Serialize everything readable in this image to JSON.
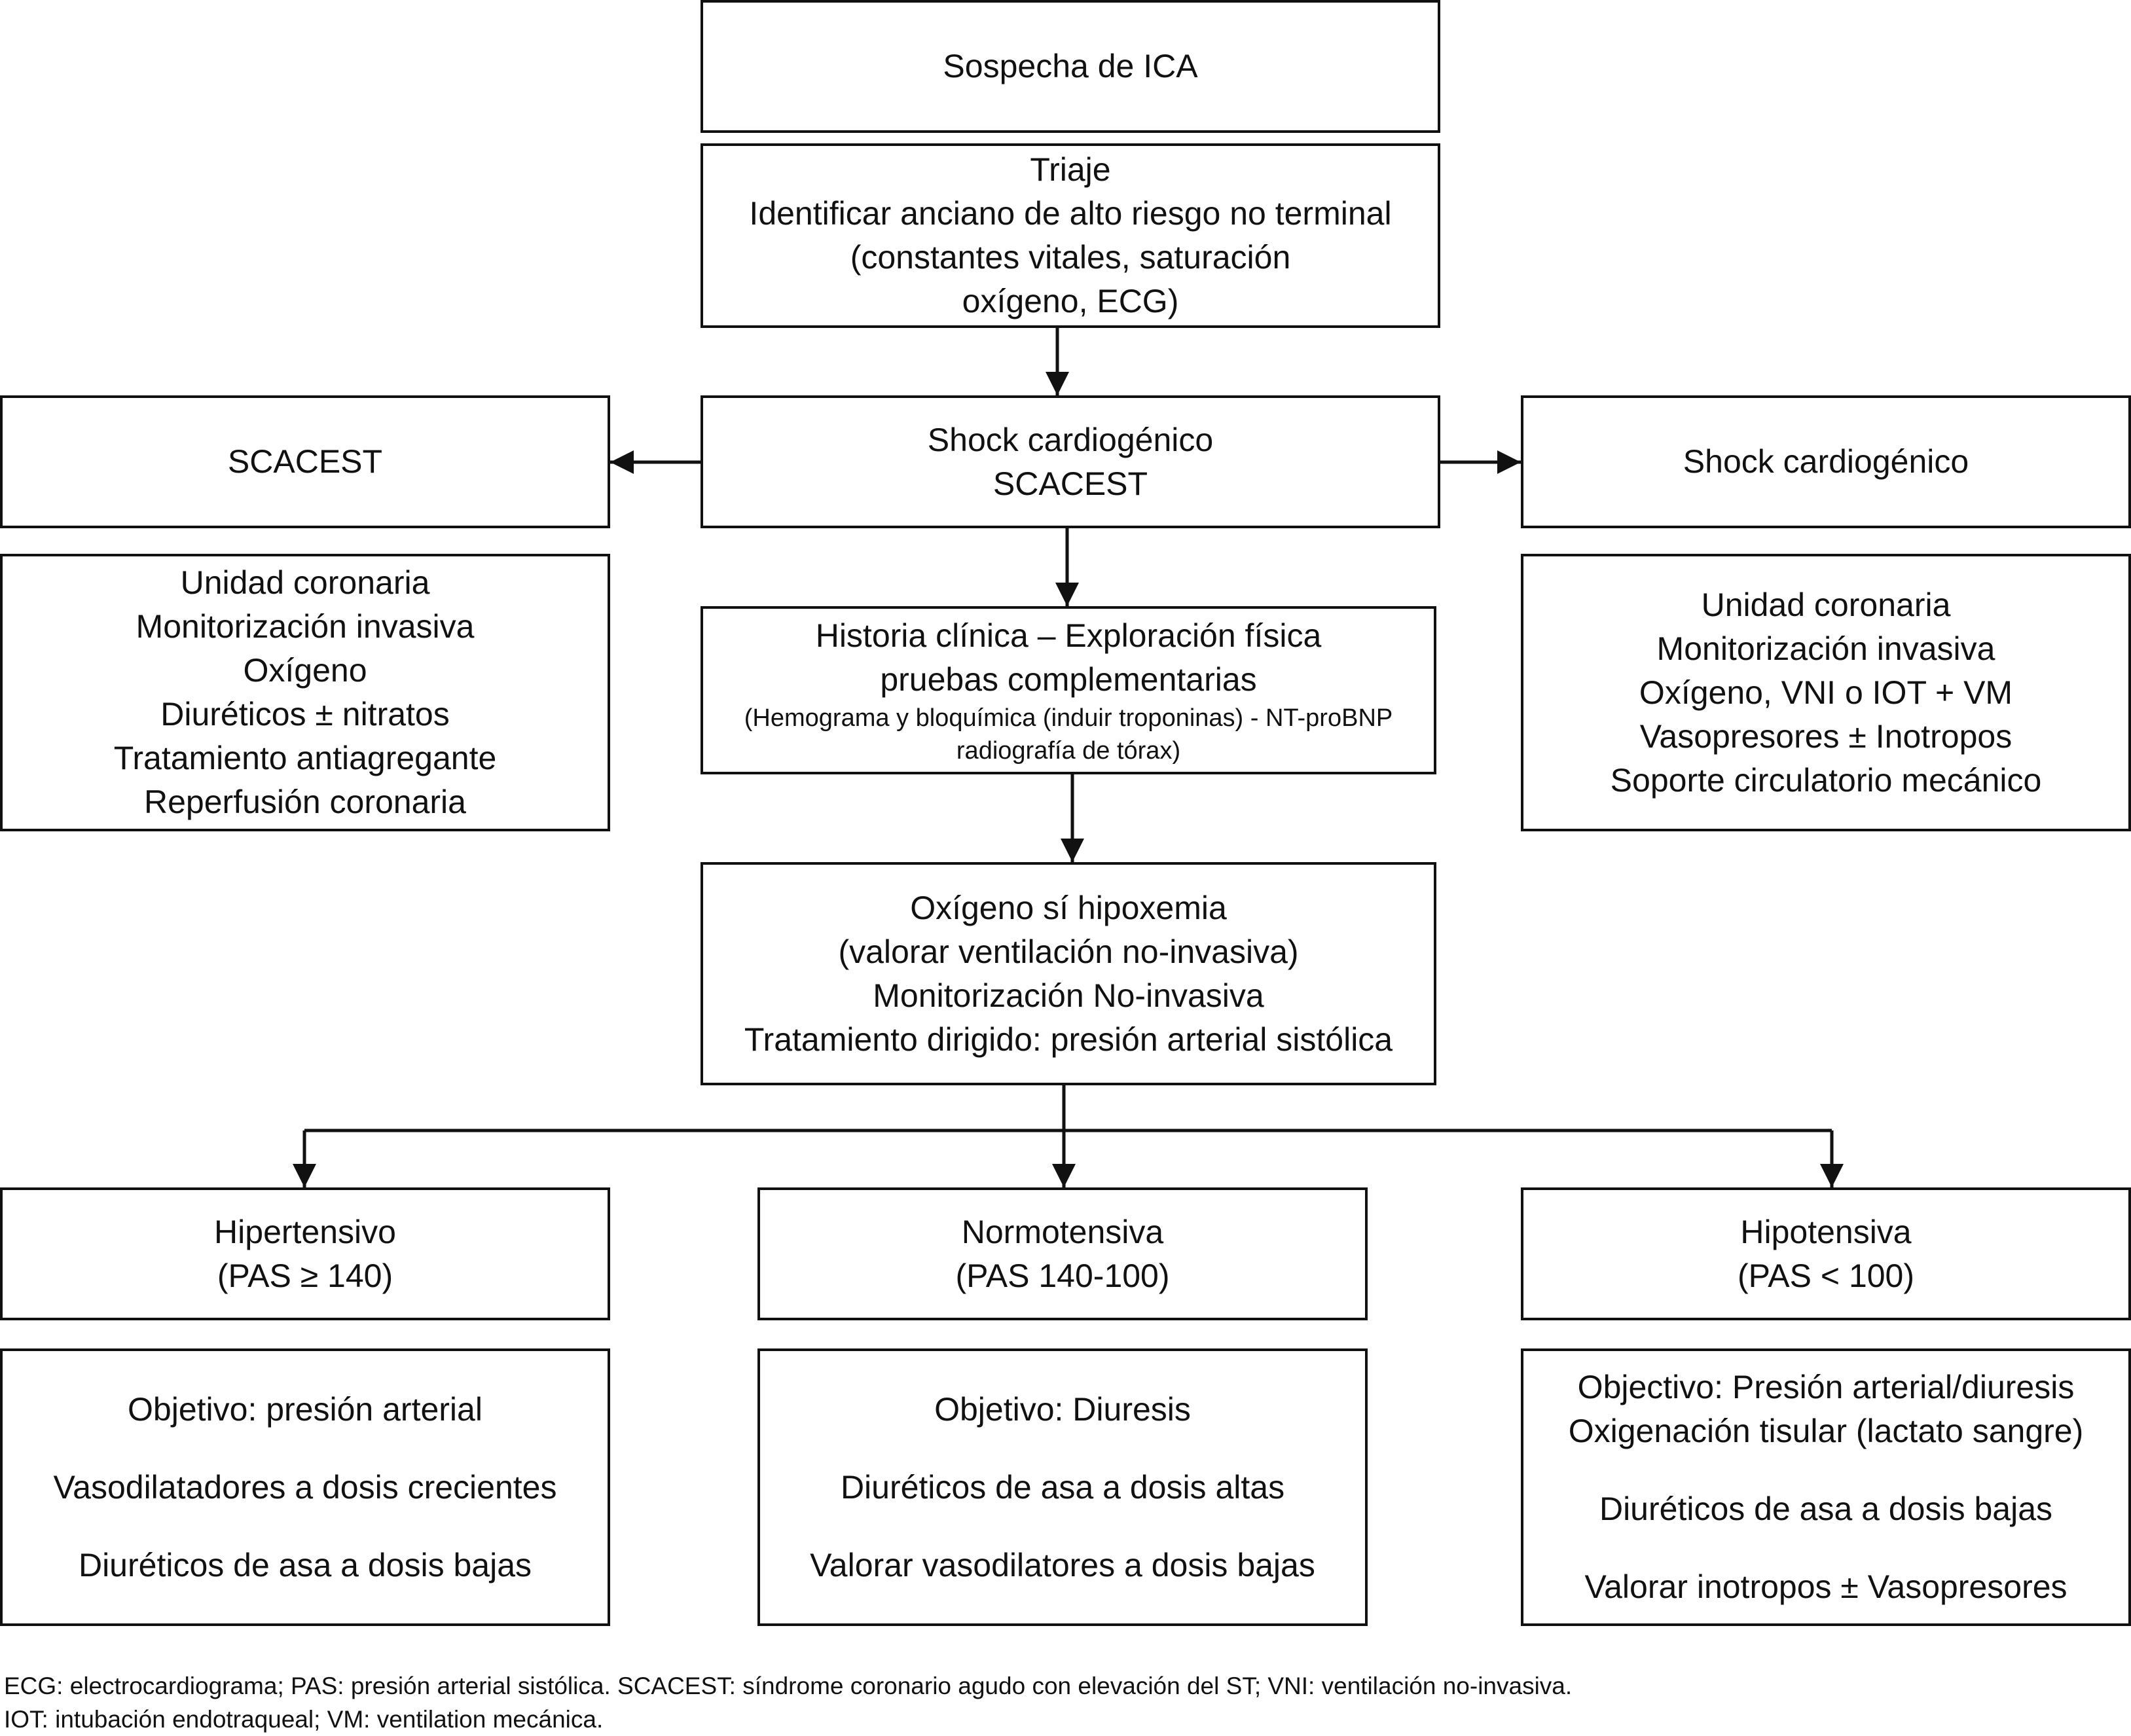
{
  "nodes": {
    "sospecha": {
      "lines": [
        "Sospecha de ICA"
      ]
    },
    "triaje": {
      "lines": [
        "Triaje",
        "Identificar anciano de alto riesgo no terminal",
        "(constantes vitales, saturación",
        "oxígeno, ECG)"
      ]
    },
    "shock_center": {
      "lines": [
        "Shock cardiogénico",
        "SCACEST"
      ]
    },
    "scacest": {
      "lines": [
        "SCACEST"
      ]
    },
    "shock_right": {
      "lines": [
        "Shock cardiogénico"
      ]
    },
    "left_treatment": {
      "lines": [
        "Unidad coronaria",
        "Monitorización invasiva",
        "Oxígeno",
        "Diuréticos ± nitratos",
        "Tratamiento antiagregante",
        "Reperfusión coronaria"
      ]
    },
    "right_treatment": {
      "lines": [
        "Unidad coronaria",
        "Monitorización invasiva",
        "Oxígeno, VNI o IOT + VM",
        "Vasopresores ± Inotropos",
        "Soporte circulatorio mecánico"
      ]
    },
    "historia": {
      "lines": [
        "Historia clínica – Exploración física",
        "pruebas complementarias"
      ],
      "small_lines": [
        "(Hemograma y bloquímica (induir troponinas) - NT-proBNP",
        "radiografía de tórax)"
      ]
    },
    "oxigeno": {
      "lines": [
        "Oxígeno sí hipoxemia",
        "(valorar ventilación no-invasiva)",
        "Monitorización No-invasiva",
        "Tratamiento dirigido: presión arterial sistólica"
      ]
    },
    "hipertensivo": {
      "lines": [
        "Hipertensivo",
        "(PAS ≥ 140)"
      ]
    },
    "normotensiva": {
      "lines": [
        "Normotensiva",
        "(PAS 140-100)"
      ]
    },
    "hipotensiva": {
      "lines": [
        "Hipotensiva",
        "(PAS < 100)"
      ]
    },
    "obj_hiper": {
      "groups": [
        [
          "Objetivo: presión arterial"
        ],
        [
          "Vasodilatadores a dosis crecientes"
        ],
        [
          "Diuréticos de asa a dosis bajas"
        ]
      ]
    },
    "obj_normo": {
      "groups": [
        [
          "Objetivo: Diuresis"
        ],
        [
          "Diuréticos de asa a dosis altas"
        ],
        [
          "Valorar vasodilatores a dosis bajas"
        ]
      ]
    },
    "obj_hipo": {
      "groups": [
        [
          "Objectivo: Presión arterial/diuresis",
          "Oxigenación tisular (lactato sangre)"
        ],
        [
          "Diuréticos de asa a dosis bajas"
        ],
        [
          "Valorar inotropos ± Vasopresores"
        ]
      ]
    }
  },
  "footnotes": [
    "ECG: electrocardiograma; PAS: presión arterial sistólica. SCACEST: síndrome coronario agudo con elevación del ST; VNI: ventilación no-invasiva.",
    "IOT: intubación endotraqueal; VM: ventilation mecánica."
  ]
}
